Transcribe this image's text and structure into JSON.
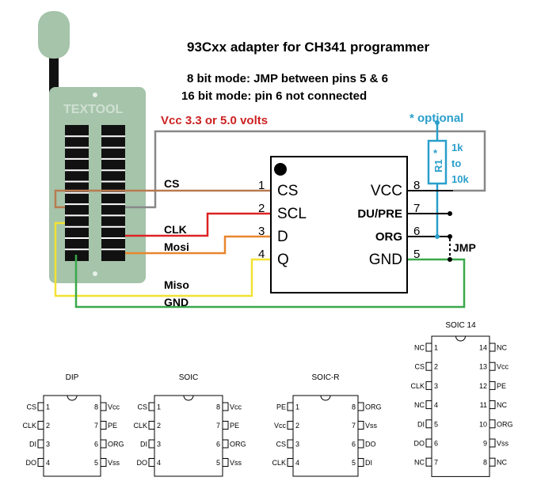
{
  "title": "93Cxx adapter for CH341 programmer",
  "notes": [
    "8 bit mode: JMP between pins 5 & 6",
    "16 bit mode: pin 6 not connected"
  ],
  "vcc_note": "Vcc 3.3 or 5.0 volts",
  "optional_note": "* optional",
  "socket_brand": "TEXTOOL",
  "resistor": {
    "label": "R1",
    "star": "*",
    "value_lines": [
      "1k",
      "to",
      "10k"
    ]
  },
  "chip": {
    "left_pins": [
      {
        "num": "1",
        "name": "CS"
      },
      {
        "num": "2",
        "name": "SCL"
      },
      {
        "num": "3",
        "name": "D"
      },
      {
        "num": "4",
        "name": "Q"
      }
    ],
    "right_pins": [
      {
        "num": "8",
        "name": "VCC"
      },
      {
        "num": "7",
        "name": "DU/PRE"
      },
      {
        "num": "6",
        "name": "ORG"
      },
      {
        "num": "5",
        "name": "GND"
      }
    ]
  },
  "jumper_label": "JMP",
  "signals": {
    "cs": "CS",
    "clk": "CLK",
    "mosi": "Mosi",
    "miso": "Miso",
    "gnd": "GND"
  },
  "wire_colors": {
    "vcc": "#888888",
    "cs": "#b97a50",
    "clk": "#dd2222",
    "mosi": "#e8862e",
    "miso": "#f2e233",
    "gnd": "#3aa84a",
    "resistor": "#2a9fcb"
  },
  "packages": [
    {
      "title": "DIP",
      "left": [
        [
          "CS",
          "1"
        ],
        [
          "CLK",
          "2"
        ],
        [
          "DI",
          "3"
        ],
        [
          "DO",
          "4"
        ]
      ],
      "right": [
        [
          "8",
          "Vcc"
        ],
        [
          "7",
          "PE"
        ],
        [
          "6",
          "ORG"
        ],
        [
          "5",
          "Vss"
        ]
      ]
    },
    {
      "title": "SOIC",
      "left": [
        [
          "CS",
          "1"
        ],
        [
          "CLK",
          "2"
        ],
        [
          "DI",
          "3"
        ],
        [
          "DO",
          "4"
        ]
      ],
      "right": [
        [
          "8",
          "Vcc"
        ],
        [
          "7",
          "PE"
        ],
        [
          "6",
          "ORG"
        ],
        [
          "5",
          "Vss"
        ]
      ]
    },
    {
      "title": "SOIC-R",
      "left": [
        [
          "PE",
          "1"
        ],
        [
          "Vcc",
          "2"
        ],
        [
          "CS",
          "3"
        ],
        [
          "CLK",
          "4"
        ]
      ],
      "right": [
        [
          "8",
          "ORG"
        ],
        [
          "7",
          "Vss"
        ],
        [
          "6",
          "DO"
        ],
        [
          "5",
          "DI"
        ]
      ]
    },
    {
      "title": "SOIC 14",
      "left": [
        [
          "NC",
          "1"
        ],
        [
          "CS",
          "2"
        ],
        [
          "CLK",
          "3"
        ],
        [
          "NC",
          "4"
        ],
        [
          "DI",
          "5"
        ],
        [
          "DO",
          "6"
        ],
        [
          "NC",
          "7"
        ]
      ],
      "right": [
        [
          "14",
          "NC"
        ],
        [
          "13",
          "Vcc"
        ],
        [
          "12",
          "PE"
        ],
        [
          "11",
          "NC"
        ],
        [
          "10",
          "ORG"
        ],
        [
          "9",
          "Vss"
        ],
        [
          "8",
          "NC"
        ]
      ]
    }
  ]
}
